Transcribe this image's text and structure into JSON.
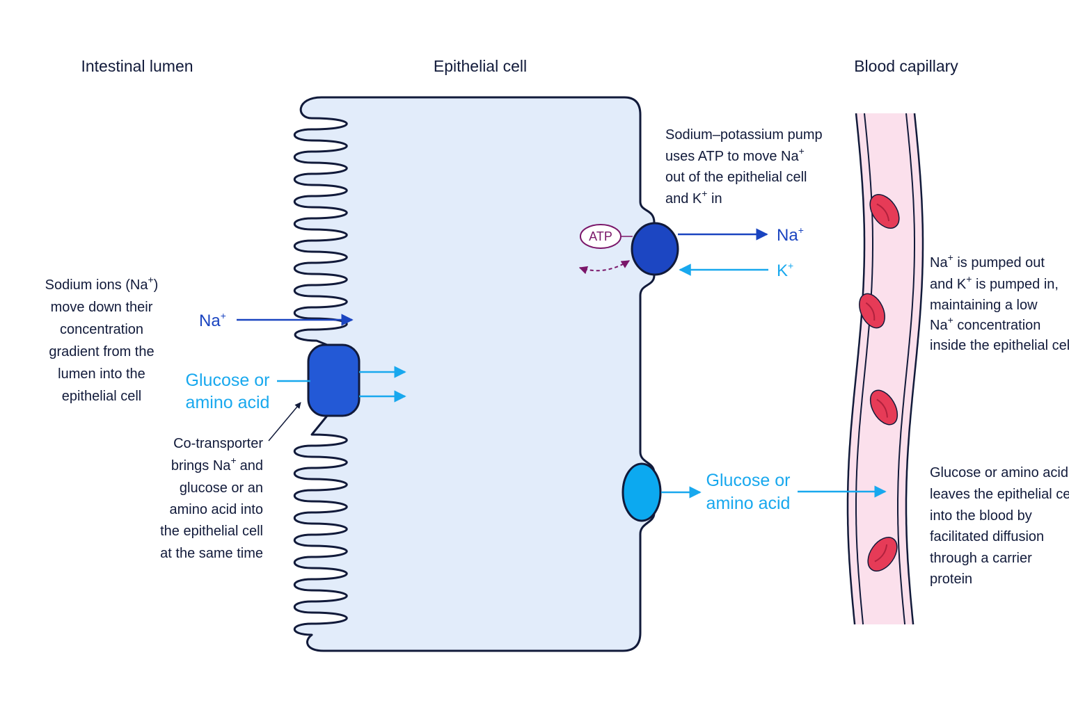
{
  "headings": {
    "lumen": "Intestinal lumen",
    "cell": "Epithelial cell",
    "capillary": "Blood capillary"
  },
  "left_text": {
    "sodium_lines": [
      "Sodium ions (Na",
      "move down their",
      "concentration",
      "gradient from the",
      "lumen into the",
      "epithelial cell"
    ],
    "cotransporter_lines": [
      "Co-transporter",
      "brings Na",
      "and",
      "glucose or an",
      "amino acid into",
      "the epithelial cell",
      "at the same time"
    ]
  },
  "labels": {
    "na": "Na",
    "k": "K",
    "plus": "+",
    "glucose_line1": "Glucose or",
    "glucose_line2": "amino acid",
    "atp": "ATP",
    "close_paren": ")"
  },
  "pump_text": {
    "line1": "Sodium–potassium pump",
    "line2a": "uses ATP to move Na",
    "line3": "out of the epithelial cell",
    "line4a": "and K",
    "line4b": " in"
  },
  "right_text": {
    "pumped_line1b": " is pumped out",
    "pumped_line2a": "and K",
    "pumped_line2b": " is pumped in,",
    "pumped_line3": "maintaining a low",
    "pumped_line4b": " concentration",
    "pumped_line5": "inside the epithelial cell",
    "diffusion_lines": [
      "Glucose or amino acid",
      "leaves the epithelial cell",
      "into the blood by",
      "facilitated diffusion",
      "through a carrier",
      "protein"
    ]
  },
  "colors": {
    "cell_fill": "#e2ecfa",
    "outline": "#111a3a",
    "sodium": "#1a44c0",
    "glucose": "#18a8ee",
    "atp": "#7a1669",
    "capillary_fill": "#fbe0ec",
    "red_blood_cell": "#e63b57"
  },
  "icons": {
    "cotransporter": "blue-rounded-rectangle-protein",
    "sodium_potassium_pump": "dark-blue-circle-protein",
    "carrier_protein": "light-blue-oval-protein",
    "red_blood_cell": "red-ellipse-cell"
  }
}
